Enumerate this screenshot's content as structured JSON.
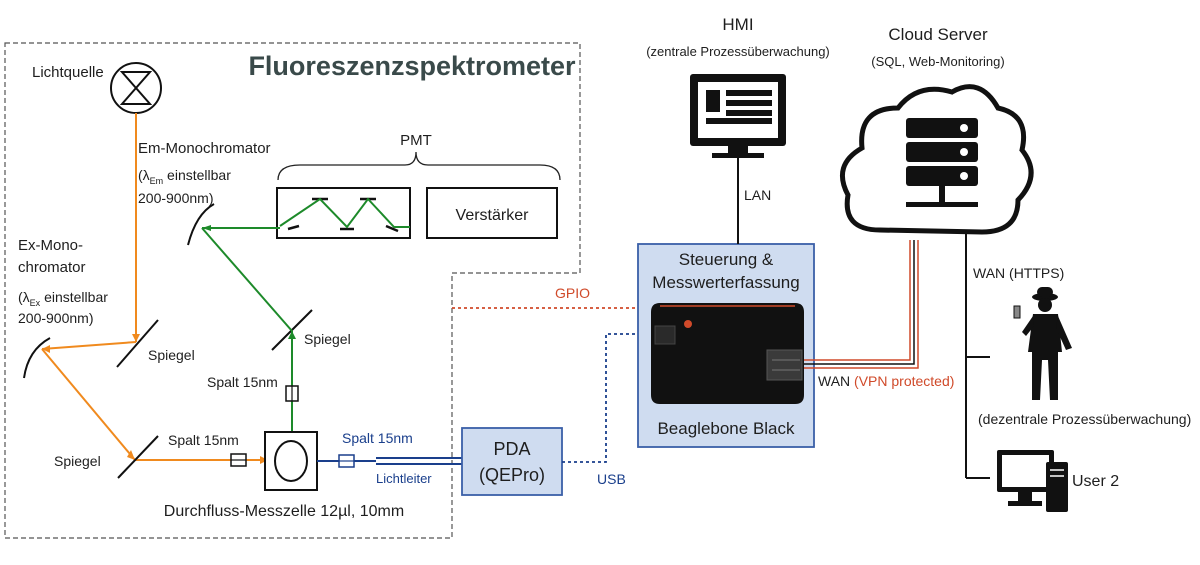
{
  "title": "Fluoreszenzspektrometer",
  "labels": {
    "lichtquelle": "Lichtquelle",
    "em_mono": "Em-Monochromator",
    "em_range_prefix": "(λ",
    "em_sub": "Em",
    "em_range_suffix": " einstellbar",
    "em_range_nm": "200-900nm)",
    "pmt": "PMT",
    "verstaerker": "Verstärker",
    "ex_mono_1": "Ex-Mono-",
    "ex_mono_2": "chromator",
    "ex_range_prefix": "(λ",
    "ex_sub": "Ex",
    "ex_range_suffix": " einstellbar",
    "ex_range_nm": "200-900nm)",
    "spiegel_left": "Spiegel",
    "spiegel_upper": "Spiegel",
    "spiegel_bottom": "Spiegel",
    "spalt_vertical": "Spalt 15nm",
    "spalt_horizontal": "Spalt 15nm",
    "spalt_blue": "Spalt 15nm",
    "durchfluss": "Durchfluss-Messzelle 12µl, 10mm",
    "lichtleiter": "Lichtleiter",
    "pda_1": "PDA",
    "pda_2": "(QEPro)",
    "usb": "USB",
    "gpio": "GPIO",
    "steuerung_1": "Steuerung  &",
    "steuerung_2": "Messwerterfassung",
    "beaglebone": "Beaglebone Black",
    "wan": "WAN ",
    "vpn": "(VPN protected)",
    "lan": "LAN",
    "hmi_title": "HMI",
    "hmi_sub": "(zentrale Prozessüberwachung)",
    "cloud_title": "Cloud Server",
    "cloud_sub": "(SQL, Web-Monitoring)",
    "wan_https": "WAN (HTTPS)",
    "dezentral": "(dezentrale Prozessüberwachung)",
    "user2": "User 2"
  },
  "colors": {
    "orange_beam": "#f08a1e",
    "green_beam": "#1d8a2a",
    "blue_link": "#1a3f8c",
    "red_link": "#d04a2a",
    "box_fill": "#cfdcf0",
    "box_border": "#3a5fa8",
    "title_color": "#3a4a4a"
  }
}
